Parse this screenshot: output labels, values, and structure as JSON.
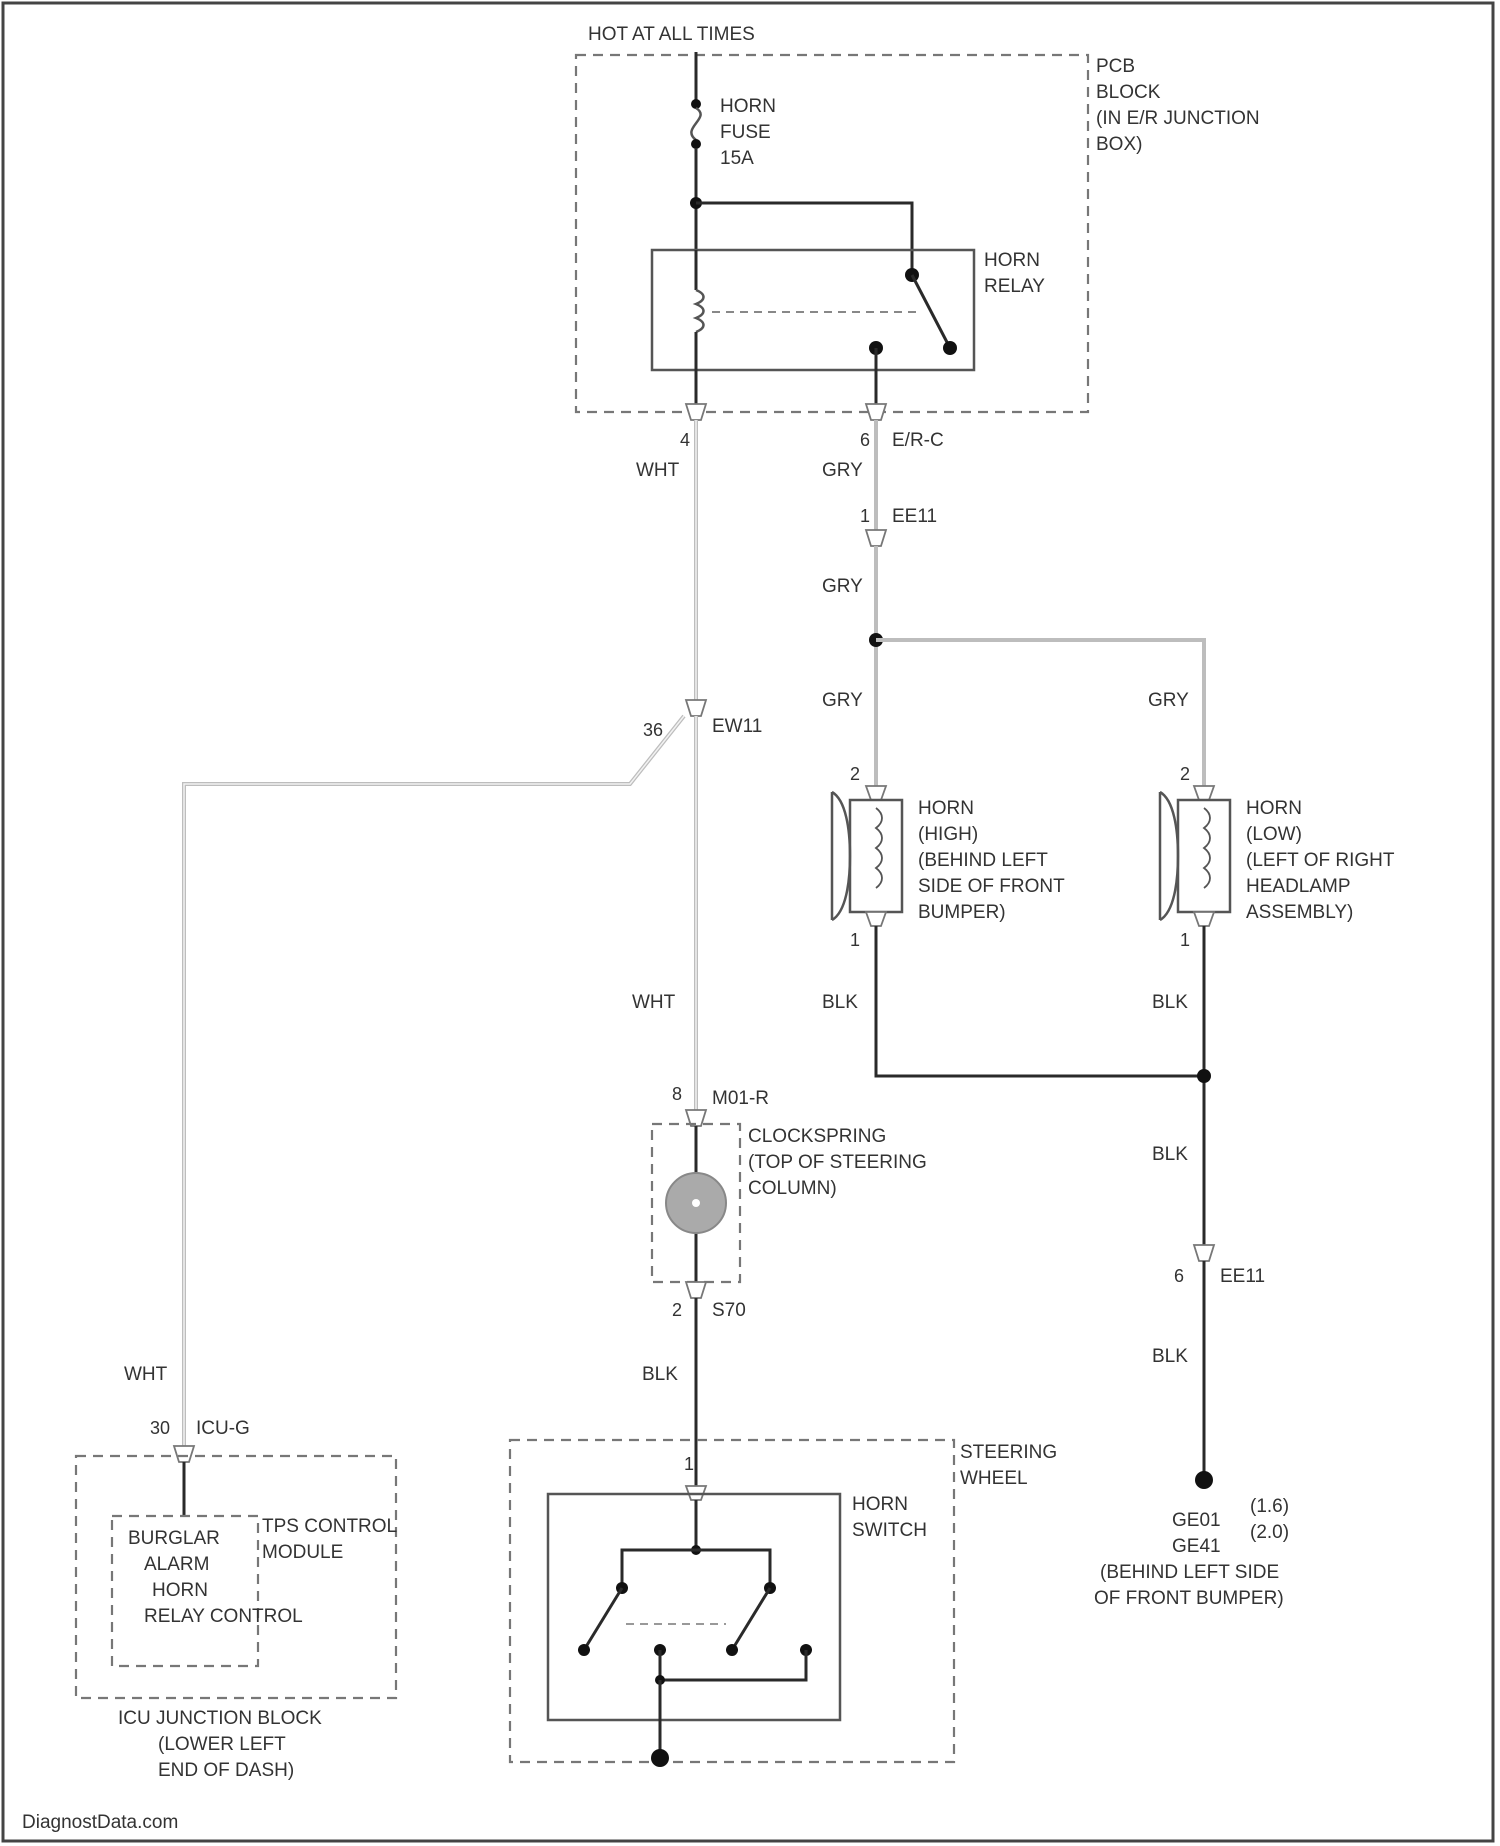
{
  "supply": {
    "title": "HOT AT ALL TIMES"
  },
  "pcb_block": {
    "lines": [
      "PCB",
      "BLOCK",
      "(IN E/R JUNCTION",
      "BOX)"
    ]
  },
  "horn_fuse": {
    "lines": [
      "HORN",
      "FUSE",
      "15A"
    ]
  },
  "horn_relay": {
    "lines": [
      "HORN",
      "RELAY"
    ]
  },
  "connectors": {
    "er_c": {
      "pin": "6",
      "name": "E/R-C"
    },
    "ee11_top": {
      "pin": "1",
      "name": "EE11"
    },
    "ew11": {
      "pin": "36",
      "name": "EW11"
    },
    "m01r": {
      "pin": "8",
      "name": "M01-R"
    },
    "s70": {
      "pin": "2",
      "name": "S70"
    },
    "icu_g": {
      "pin": "30",
      "name": "ICU-G"
    },
    "ee11_bottom": {
      "pin": "6",
      "name": "EE11"
    },
    "relay_pin": "4"
  },
  "wires": {
    "wht": "WHT",
    "gry": "GRY",
    "blk": "BLK"
  },
  "horn_high": {
    "pin_top": "2",
    "pin_bottom": "1",
    "lines": [
      "HORN",
      "(HIGH)",
      "(BEHIND LEFT",
      "SIDE OF FRONT",
      "BUMPER)"
    ]
  },
  "horn_low": {
    "pin_top": "2",
    "pin_bottom": "1",
    "lines": [
      "HORN",
      "(LOW)",
      "(LEFT OF RIGHT",
      "HEADLAMP",
      "ASSEMBLY)"
    ]
  },
  "clockspring": {
    "lines": [
      "CLOCKSPRING",
      "(TOP OF STEERING",
      "COLUMN)"
    ]
  },
  "steering_wheel": {
    "lines": [
      "STEERING",
      "WHEEL"
    ],
    "pin": "1"
  },
  "horn_switch": {
    "lines": [
      "HORN",
      "SWITCH"
    ]
  },
  "ground": {
    "lines": [
      "GE01",
      "GE41",
      "(BEHIND LEFT SIDE",
      "OF FRONT BUMPER)"
    ],
    "notes": [
      "(1.6)",
      "(2.0)"
    ]
  },
  "burglar": {
    "lines": [
      "BURGLAR",
      "ALARM",
      "HORN",
      "RELAY CONTROL"
    ]
  },
  "tps_module": {
    "lines": [
      "TPS CONTROL",
      "MODULE"
    ]
  },
  "icu_block": {
    "lines": [
      "ICU JUNCTION BLOCK",
      "(LOWER LEFT",
      "END OF DASH)"
    ]
  },
  "watermark": "DiagnostData.com"
}
